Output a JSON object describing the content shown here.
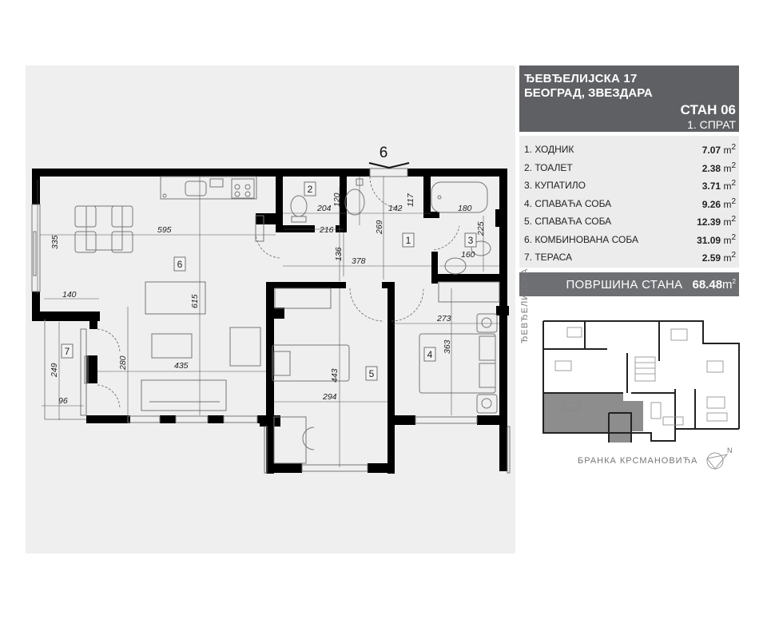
{
  "header": {
    "street": "ЂЕВЂЕЛИЈСКА 17",
    "city": "БЕОГРАД, ЗВЕЗДАРА",
    "unit": "СТАН  06",
    "floor": "1. СПРАТ"
  },
  "rooms": [
    {
      "label": "1. ХОДНИК",
      "area": "7.07",
      "unit": "m",
      "exp": "2"
    },
    {
      "label": "2.  ТОАЛЕТ",
      "area": "2.38",
      "unit": "m",
      "exp": "2"
    },
    {
      "label": "3. КУПАТИЛО",
      "area": "3.71",
      "unit": "m",
      "exp": "2"
    },
    {
      "label": "4. СПАВАЋА СОБА",
      "area": "9.26",
      "unit": "m",
      "exp": "2"
    },
    {
      "label": "5. СПАВАЋА СОБА",
      "area": "12.39",
      "unit": "m",
      "exp": "2"
    },
    {
      "label": "6. КОМБИНОВАНА СОБА",
      "area": "31.09",
      "unit": "m",
      "exp": "2"
    },
    {
      "label": "7. ТЕРАСА",
      "area": "2.59",
      "unit": "m",
      "exp": "2"
    }
  ],
  "total": {
    "label": "ПОВРШИНА СТАНА",
    "value": "68.48",
    "unit": "m",
    "exp": "2"
  },
  "key_plan": {
    "street_left": "ЂЕВЂЕЛИЈСКА",
    "street_bottom": "БРАНКА КРСМАНОВИЋА",
    "compass_label": "N"
  },
  "plan": {
    "entrance_marker": "6",
    "room_numbers": [
      "1",
      "2",
      "3",
      "4",
      "5",
      "6",
      "7"
    ],
    "dimensions": {
      "d595": "595",
      "d335": "335",
      "d140": "140",
      "d615": "615",
      "d435": "435",
      "d280": "280",
      "d249": "249",
      "d96": "96",
      "d204": "204",
      "d120": "120",
      "d216": "216",
      "d142": "142",
      "d117": "117",
      "d269": "269",
      "d136": "136",
      "d378": "378",
      "d180": "180",
      "d225": "225",
      "d160": "160",
      "d273": "273",
      "d363": "363",
      "d443": "443",
      "d294": "294"
    }
  },
  "colors": {
    "title_bg": "#5e6063",
    "total_bg": "#6d6f72",
    "rooms_bg": "#ececec",
    "plan_bg": "#efefef",
    "wall": "#000000",
    "highlight": "#8a8a8a"
  }
}
